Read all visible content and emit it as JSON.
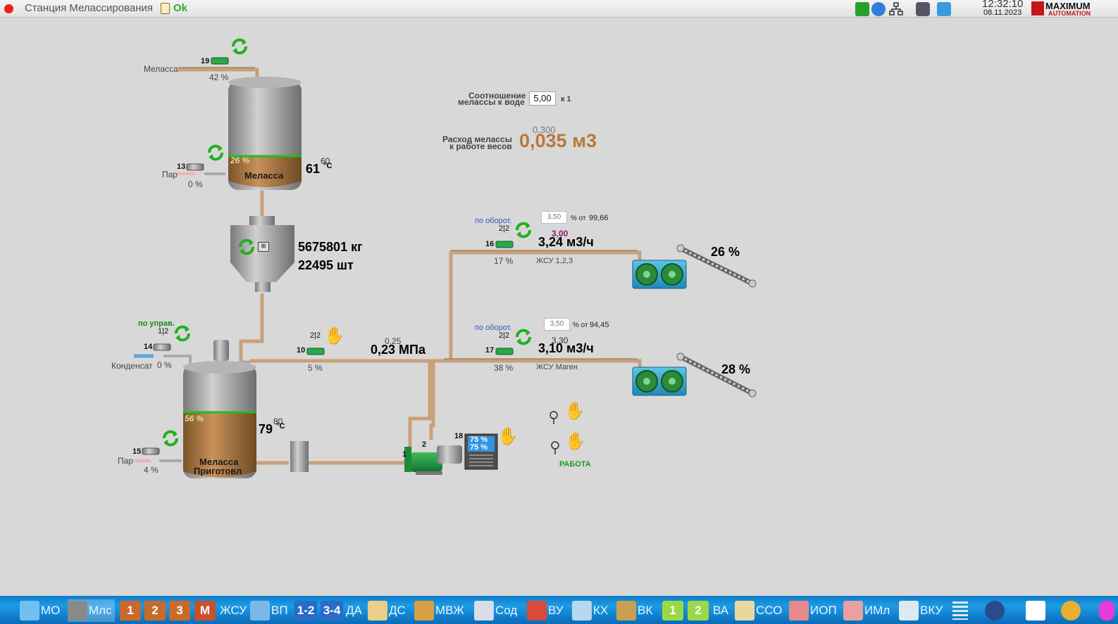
{
  "titlebar": {
    "title": "Станция Меласcирования",
    "status": "Ok",
    "time": "12:32:10",
    "date": "08.11.2023",
    "logo_text": "MAXIMUM AUTOMATION"
  },
  "ratio": {
    "label_line1": "Соотношение",
    "label_line2": "мелассы к воде",
    "value": "5,00",
    "suffix": "к 1"
  },
  "consumption": {
    "label_line1": "Расход мелассы",
    "label_line2": "к работе весов",
    "setpoint": "0,300",
    "value": "0,035 м3"
  },
  "tank_top": {
    "name": "Меласса",
    "level": "26 %",
    "temp_set": "60",
    "temp_value": "61",
    "temp_unit": "°C"
  },
  "tank_bottom": {
    "name_line1": "Меласса",
    "name_line2": "Приготовл",
    "level": "56 %",
    "temp_set": "80",
    "temp_value": "79",
    "temp_unit": "°C"
  },
  "scale": {
    "weight": "5675801 кг",
    "count": "22495 шт"
  },
  "valves": {
    "v19": {
      "id": "19",
      "pct": "42 %",
      "label": "Меласса"
    },
    "v13": {
      "id": "13",
      "pct": "0 %",
      "label": "Пар"
    },
    "v14": {
      "id": "14",
      "pct": "0 %",
      "label": "Конденсат",
      "mode": "по управ.",
      "sub": "1|2"
    },
    "v15": {
      "id": "15",
      "pct": "4 %",
      "label": "Пар"
    },
    "v10": {
      "id": "10",
      "pct": "5 %",
      "sub": "2|2"
    },
    "v16": {
      "id": "16",
      "pct": "17 %",
      "sub": "2|2",
      "mode": "по оборот."
    },
    "v17": {
      "id": "17",
      "pct": "38 %",
      "sub": "2|2",
      "mode": "по оборот."
    }
  },
  "pressure": {
    "setpoint": "0,25",
    "value": "0,23 МПа"
  },
  "line1": {
    "pct_set": "3,50",
    "pct_of": "% от",
    "pct_base": "99,66",
    "flow_set": "3,00",
    "flow": "3,24 м3/ч",
    "name": "ЖСУ 1,2,3",
    "conveyor": "26 %"
  },
  "line2": {
    "pct_set": "3,50",
    "pct_of": "% от",
    "pct_base": "94,45",
    "flow_set": "3,30",
    "flow": "3,10 м3/ч",
    "name": "ЖСУ Маген",
    "conveyor": "28 %"
  },
  "pumps": {
    "p1": "1",
    "p2": "2",
    "vfd_id": "18",
    "vfd_line1": "75 %",
    "vfd_line2": "75 %",
    "status": "РАБОТА"
  },
  "taskbar": {
    "items": [
      "МО",
      "Млс",
      "1",
      "2",
      "3",
      "М",
      "ЖСУ",
      "ВП",
      "1-2",
      "3-4",
      "ДА",
      "ДС",
      "МВЖ",
      "Сод",
      "ВУ",
      "КХ",
      "ВК",
      "1",
      "2",
      "ВА",
      "ССО",
      "ИОП",
      "ИМл",
      "ВКУ"
    ]
  },
  "colors": {
    "pipe": "#c9a07a",
    "molasses": "#a0703c",
    "level_line": "#1ebe1e",
    "arrow_green": "#22b022",
    "hand_yellow": "#f7c20a",
    "taskbar": "#1285d6"
  }
}
